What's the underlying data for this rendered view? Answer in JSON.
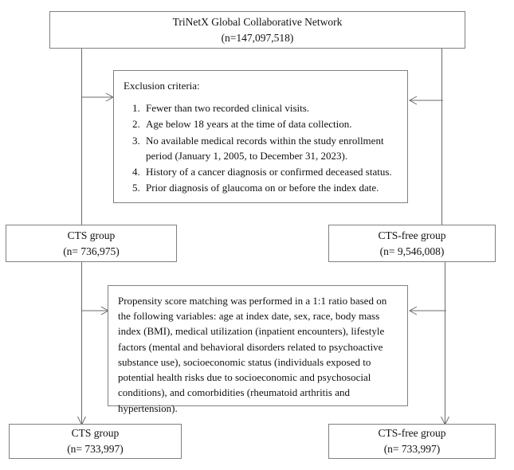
{
  "diagram": {
    "title_box": {
      "line1": "TriNetX Global Collaborative Network",
      "line2": "(n=147,097,518)"
    },
    "exclusion_box": {
      "heading": "Exclusion criteria:",
      "items": [
        "Fewer than two recorded clinical visits.",
        "Age below 18 years at the time of data collection.",
        "No available medical records within the study enrollment period (January 1, 2005, to December 31, 2023).",
        "History of a cancer diagnosis or confirmed deceased status.",
        "Prior diagnosis of glaucoma on or before the index date."
      ]
    },
    "cts_group_pre": {
      "line1": "CTS group",
      "line2": "(n= 736,975)"
    },
    "cts_free_group_pre": {
      "line1": "CTS-free group",
      "line2": "(n= 9,546,008)"
    },
    "matching_box": {
      "text": "Propensity score matching was performed in a 1:1 ratio based on the following variables: age at index date, sex, race, body mass index (BMI), medical utilization (inpatient encounters), lifestyle factors (mental and behavioral disorders related to psychoactive substance use), socioeconomic status (individuals exposed to potential health risks due to socioeconomic and psychosocial conditions), and comorbidities (rheumatoid arthritis and hypertension)."
    },
    "cts_group_post": {
      "line1": "CTS group",
      "line2": "(n= 733,997)"
    },
    "cts_free_group_post": {
      "line1": "CTS-free group",
      "line2": "(n= 733,997)"
    },
    "colors": {
      "border": "#808080",
      "connector": "#6b6b6b",
      "text": "#111111",
      "background": "#ffffff"
    }
  }
}
